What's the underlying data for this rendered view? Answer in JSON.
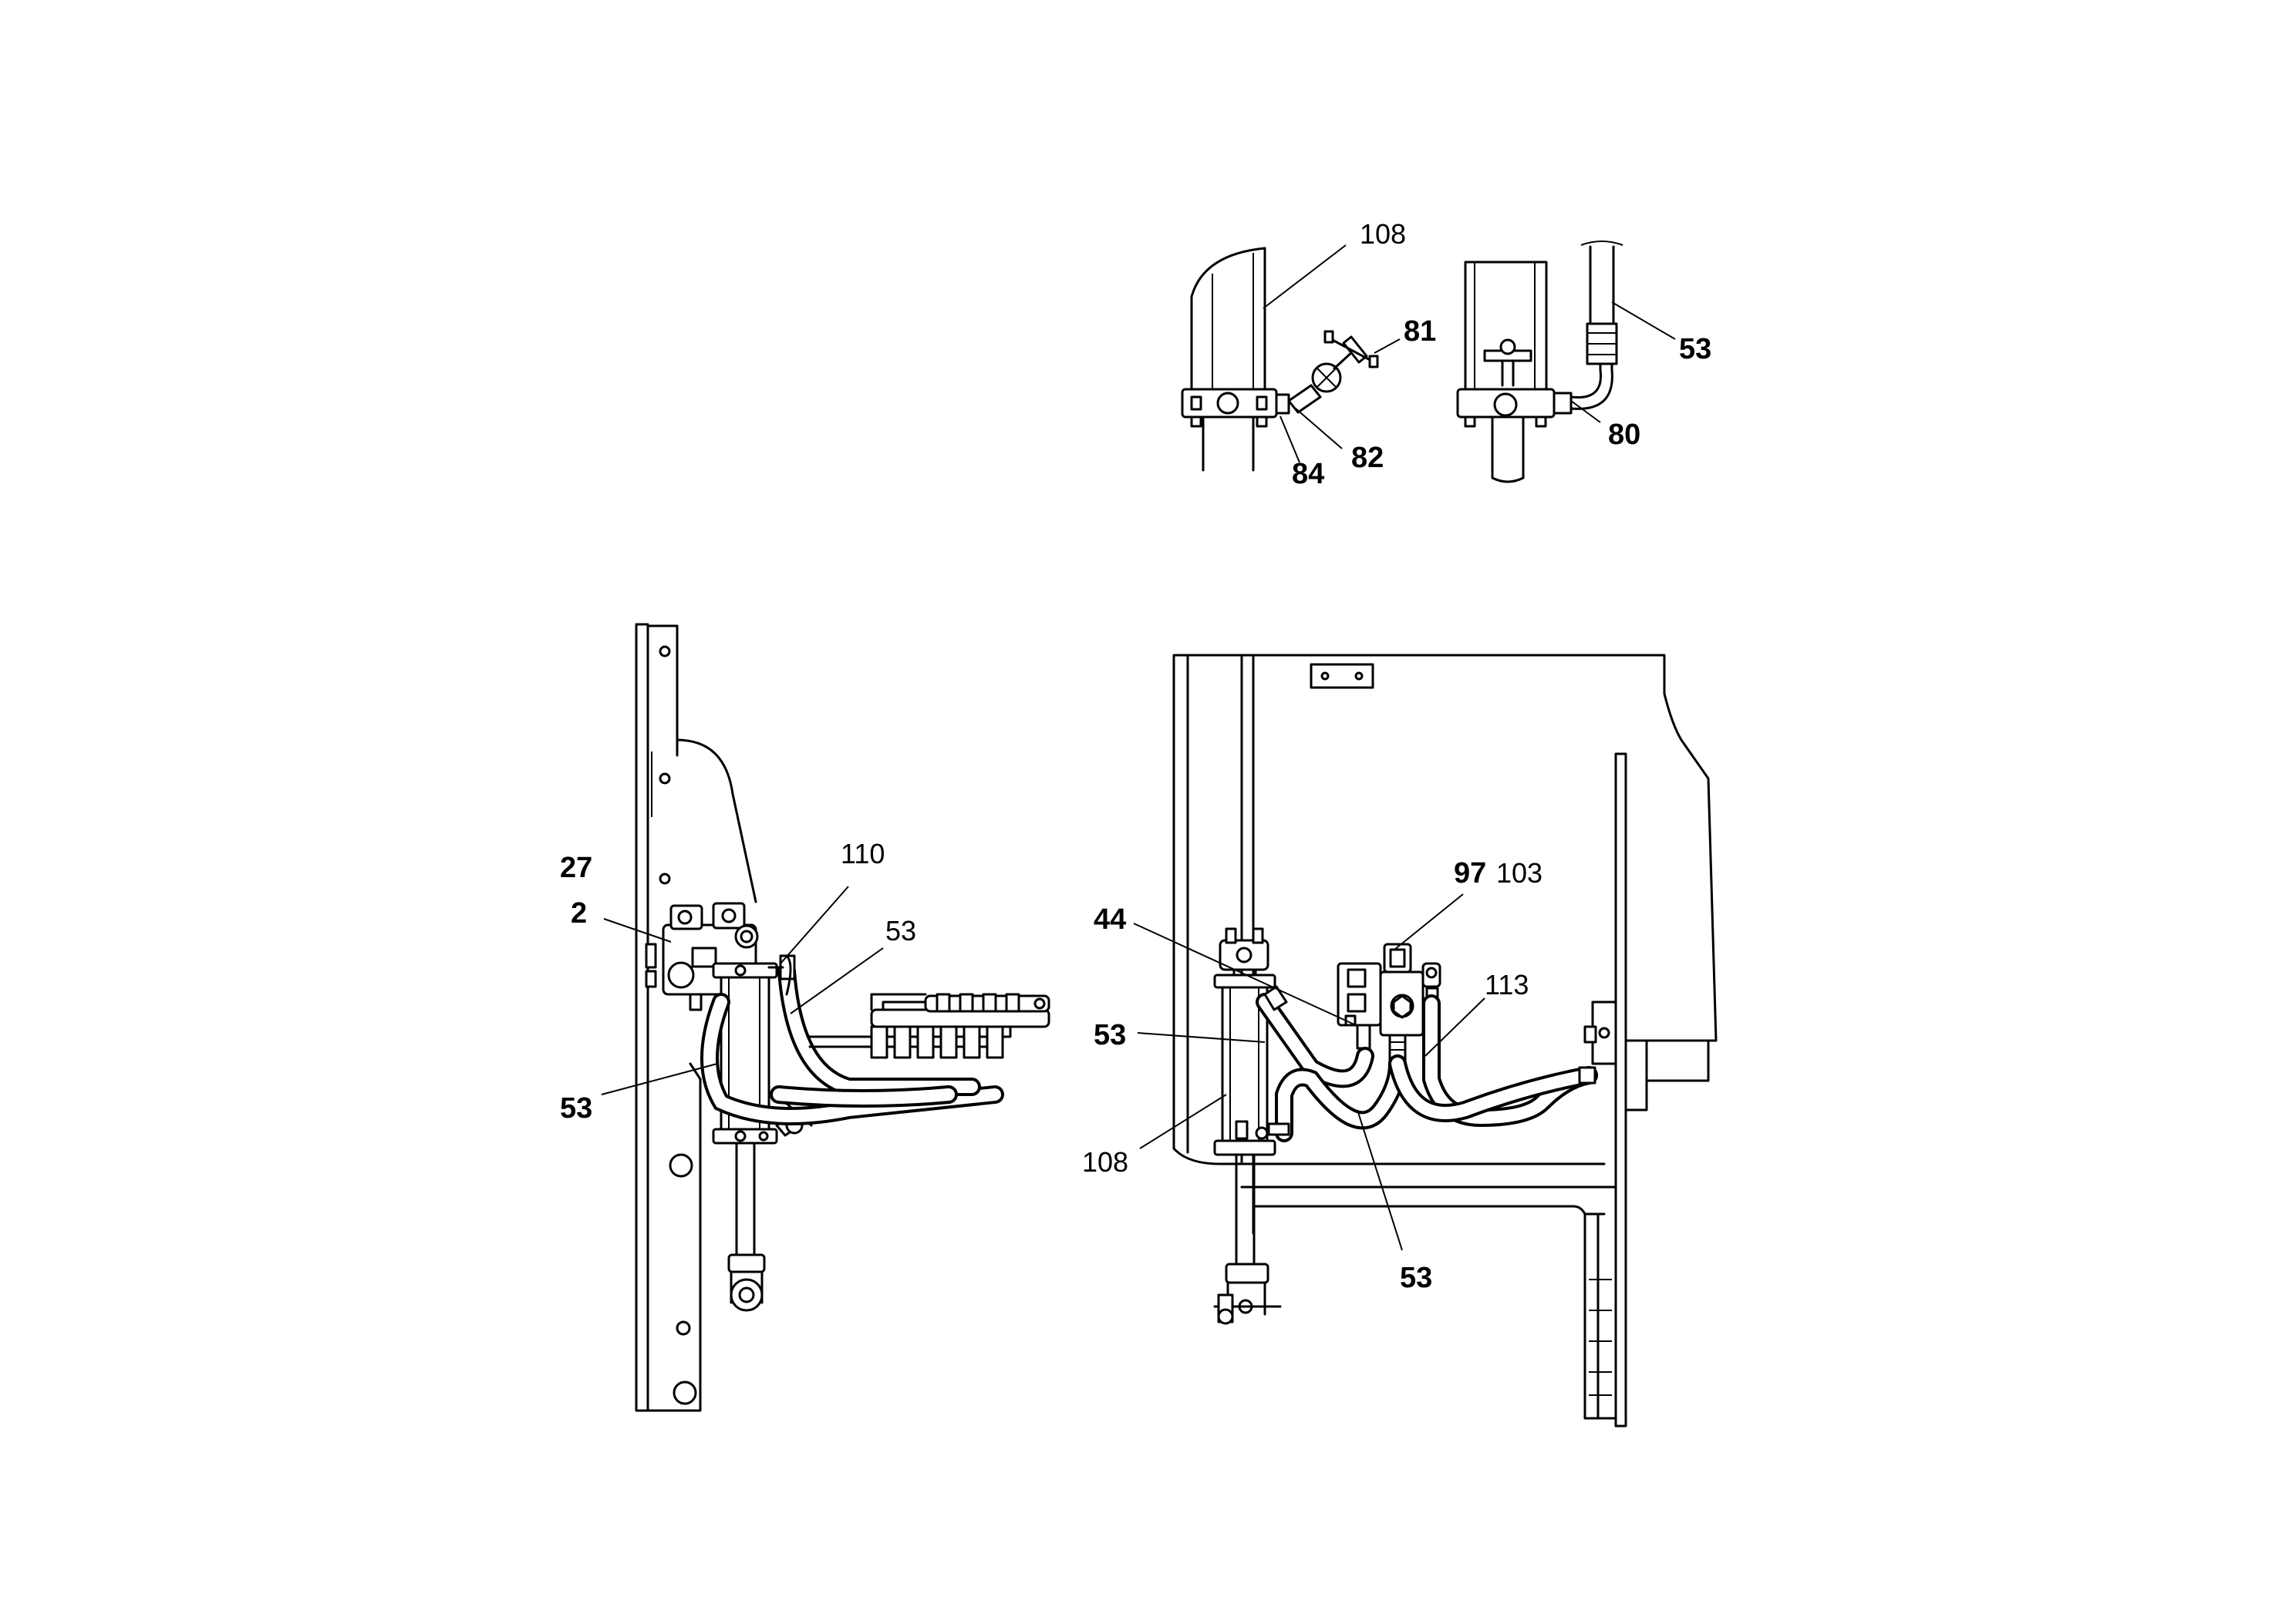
{
  "callouts": {
    "c108_top": "108",
    "c81": "81",
    "c53_top": "53",
    "c82": "82",
    "c84": "84",
    "c80": "80",
    "c27": "27",
    "c2": "2",
    "c110": "110",
    "c53_left_a": "53",
    "c53_left_b": "53",
    "c97": "97",
    "c103": "103",
    "c44": "44",
    "c113": "113",
    "c53_right_a": "53",
    "c108_right": "108",
    "c53_right_b": "53"
  }
}
